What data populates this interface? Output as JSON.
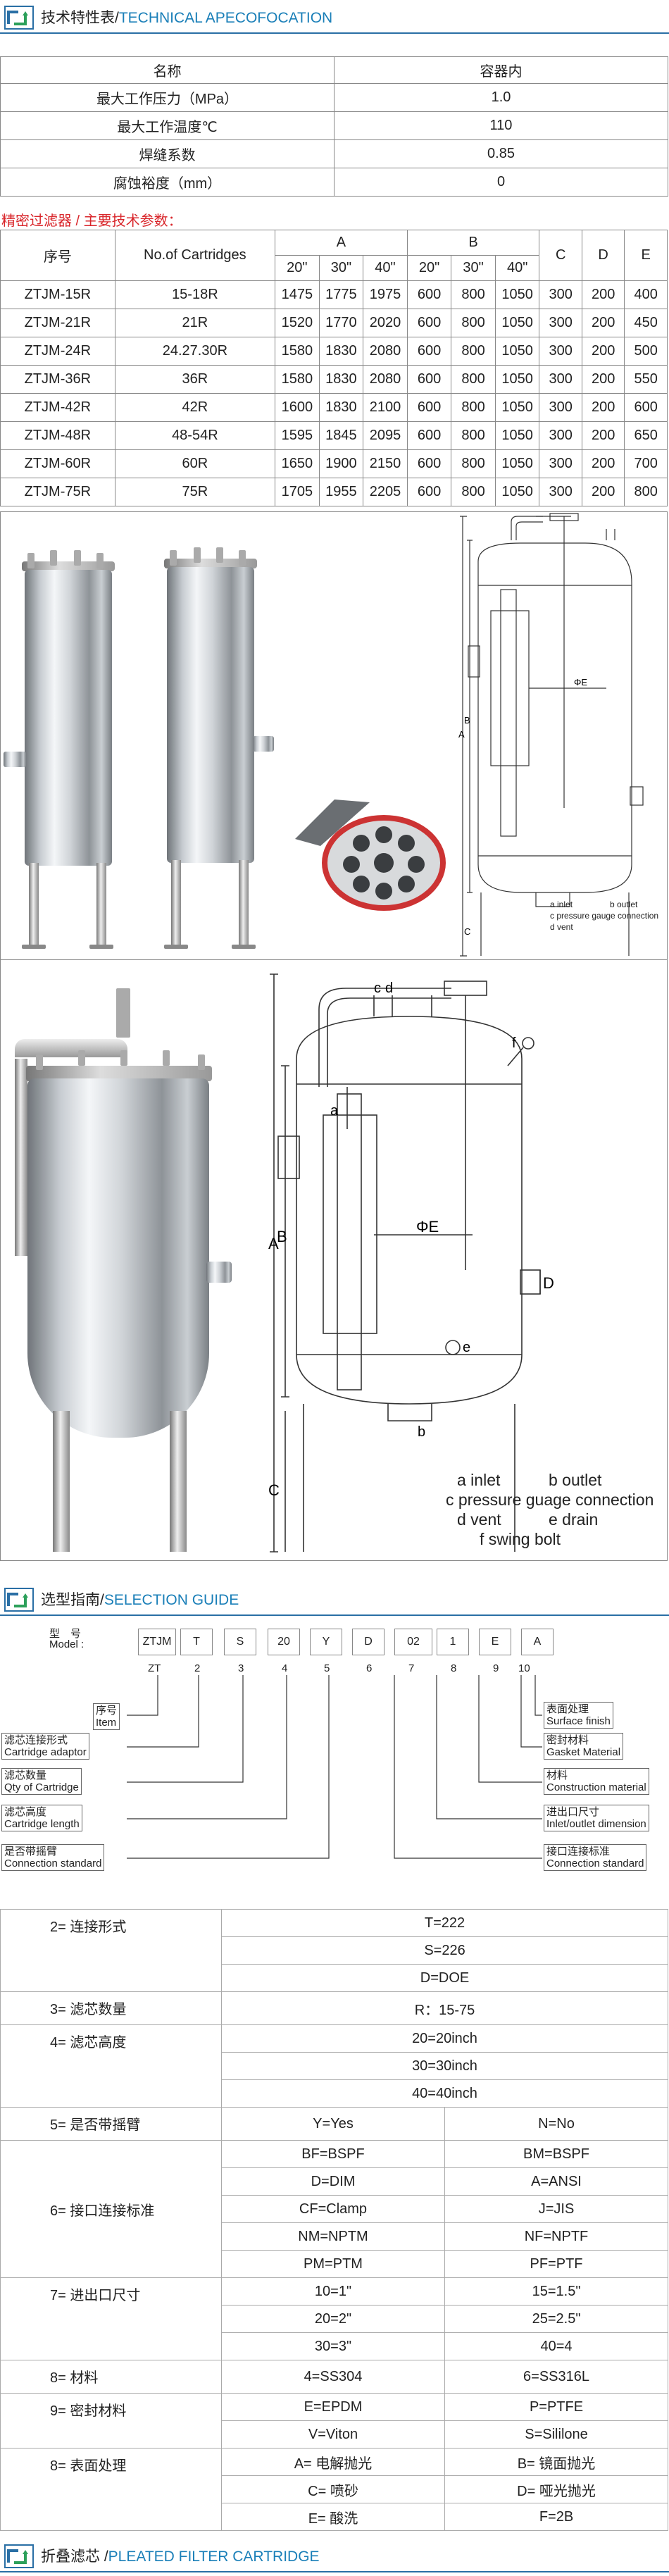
{
  "colors": {
    "accent": "#1a7fb8",
    "heading_red": "#d9262b",
    "rule": "#2a6fa5"
  },
  "icons": [
    "flow-logo-icon"
  ],
  "tech_section": {
    "title_cn": "技术特性表/",
    "title_en": "TECHNICAL APECOFOCATION"
  },
  "spec_table": {
    "header": [
      "名称",
      "容器内"
    ],
    "rows": [
      [
        "最大工作压力（MPa）",
        "1.0"
      ],
      [
        "最大工作温度℃",
        "110"
      ],
      [
        "焊缝系数",
        "0.85"
      ],
      [
        "腐蚀裕度（mm）",
        "0"
      ]
    ]
  },
  "params_heading": "精密过滤器 / 主要技术参数：",
  "params_table": {
    "h1": [
      "序号",
      "No.of Cartridges",
      "A",
      "B",
      "C",
      "D",
      "E"
    ],
    "h2": [
      "20\"",
      "30\"",
      "40\"",
      "20\"",
      "30\"",
      "40\""
    ],
    "rows": [
      [
        "ZTJM-15R",
        "15-18R",
        "1475",
        "1775",
        "1975",
        "600",
        "800",
        "1050",
        "300",
        "200",
        "400"
      ],
      [
        "ZTJM-21R",
        "21R",
        "1520",
        "1770",
        "2020",
        "600",
        "800",
        "1050",
        "300",
        "200",
        "450"
      ],
      [
        "ZTJM-24R",
        "24.27.30R",
        "1580",
        "1830",
        "2080",
        "600",
        "800",
        "1050",
        "300",
        "200",
        "500"
      ],
      [
        "ZTJM-36R",
        "36R",
        "1580",
        "1830",
        "2080",
        "600",
        "800",
        "1050",
        "300",
        "200",
        "550"
      ],
      [
        "ZTJM-42R",
        "42R",
        "1600",
        "1830",
        "2100",
        "600",
        "800",
        "1050",
        "300",
        "200",
        "600"
      ],
      [
        "ZTJM-48R",
        "48-54R",
        "1595",
        "1845",
        "2095",
        "600",
        "800",
        "1050",
        "300",
        "200",
        "650"
      ],
      [
        "ZTJM-60R",
        "60R",
        "1650",
        "1900",
        "2150",
        "600",
        "800",
        "1050",
        "300",
        "200",
        "700"
      ],
      [
        "ZTJM-75R",
        "75R",
        "1705",
        "1955",
        "2205",
        "600",
        "800",
        "1050",
        "300",
        "200",
        "800"
      ]
    ]
  },
  "small_drawing": {
    "letters": [
      "A",
      "B",
      "C",
      "ΦE"
    ],
    "legend": [
      "a inlet",
      "b outlet",
      "c pressure gauge connection",
      "d vent"
    ]
  },
  "large_drawing": {
    "letters": [
      "A",
      "B",
      "C",
      "D",
      "ΦE",
      "a",
      "b",
      "c",
      "d",
      "e",
      "f"
    ],
    "legend": [
      "a inlet",
      "b outlet",
      "c pressure guage connection",
      "d vent",
      "e drain",
      "f swing bolt"
    ]
  },
  "selection_section": {
    "title_cn": "选型指南/",
    "title_en": "SELECTION GUIDE"
  },
  "model_code": {
    "label_cn": "型　号",
    "label_en": "Model :",
    "boxes": [
      "ZTJM",
      "T",
      "S",
      "20",
      "Y",
      "D",
      "02",
      "1",
      "E",
      "A"
    ],
    "numbers": [
      "ZT",
      "2",
      "3",
      "4",
      "5",
      "6",
      "7",
      "8",
      "9",
      "10"
    ],
    "left_labels": [
      {
        "cn": "序号",
        "en": "Item"
      },
      {
        "cn": "滤芯连接形式",
        "en": "Cartridge adaptor"
      },
      {
        "cn": "滤芯数量",
        "en": "Qty of Cartridge"
      },
      {
        "cn": "滤芯高度",
        "en": "Cartridge length"
      },
      {
        "cn": "是否带摇臂",
        "en": "Connection standard"
      }
    ],
    "right_labels": [
      {
        "cn": "表面处理",
        "en": "Surface finish"
      },
      {
        "cn": "密封材料",
        "en": "Gasket Material"
      },
      {
        "cn": "材料",
        "en": "Construction material"
      },
      {
        "cn": "进出口尺寸",
        "en": "Inlet/outlet dimension"
      },
      {
        "cn": "接口连接标准",
        "en": "Connection standard"
      }
    ]
  },
  "selection_table": [
    {
      "cat": "2= 连接形式",
      "rows": [
        [
          "T=222"
        ],
        [
          "S=226"
        ],
        [
          "D=DOE"
        ]
      ]
    },
    {
      "cat": "3= 滤芯数量",
      "rows": [
        [
          "R：15-75"
        ]
      ]
    },
    {
      "cat": "4= 滤芯高度",
      "rows": [
        [
          "20=20inch"
        ],
        [
          "30=30inch"
        ],
        [
          "40=40inch"
        ]
      ]
    },
    {
      "cat": "5= 是否带摇臂",
      "rows": [
        [
          "Y=Yes",
          "N=No"
        ]
      ]
    },
    {
      "cat": "6= 接口连接标准",
      "rows": [
        [
          "BF=BSPF",
          "BM=BSPF"
        ],
        [
          "D=DIM",
          "A=ANSI"
        ],
        [
          "CF=Clamp",
          "J=JIS"
        ],
        [
          "NM=NPTM",
          "NF=NPTF"
        ],
        [
          "PM=PTM",
          "PF=PTF"
        ]
      ]
    },
    {
      "cat": "7= 进出口尺寸",
      "rows": [
        [
          "10=1\"",
          "15=1.5\""
        ],
        [
          "20=2\"",
          "25=2.5\""
        ],
        [
          "30=3\"",
          "40=4"
        ]
      ]
    },
    {
      "cat": "8= 材料",
      "rows": [
        [
          "4=SS304",
          "6=SS316L"
        ]
      ]
    },
    {
      "cat": "9= 密封材料",
      "rows": [
        [
          "E=EPDM",
          "P=PTFE"
        ],
        [
          "V=Viton",
          "S=Sililone"
        ]
      ]
    },
    {
      "cat": "8= 表面处理",
      "rows": [
        [
          "A= 电解抛光",
          "B= 镜面抛光"
        ],
        [
          "C= 喷砂",
          "D= 哑光抛光"
        ],
        [
          "E= 酸洗",
          "F=2B"
        ]
      ]
    }
  ],
  "pleated_section": {
    "title_cn": "折叠滤芯 /",
    "title_en": "PLEATED FILTER CARTRIDGE"
  }
}
